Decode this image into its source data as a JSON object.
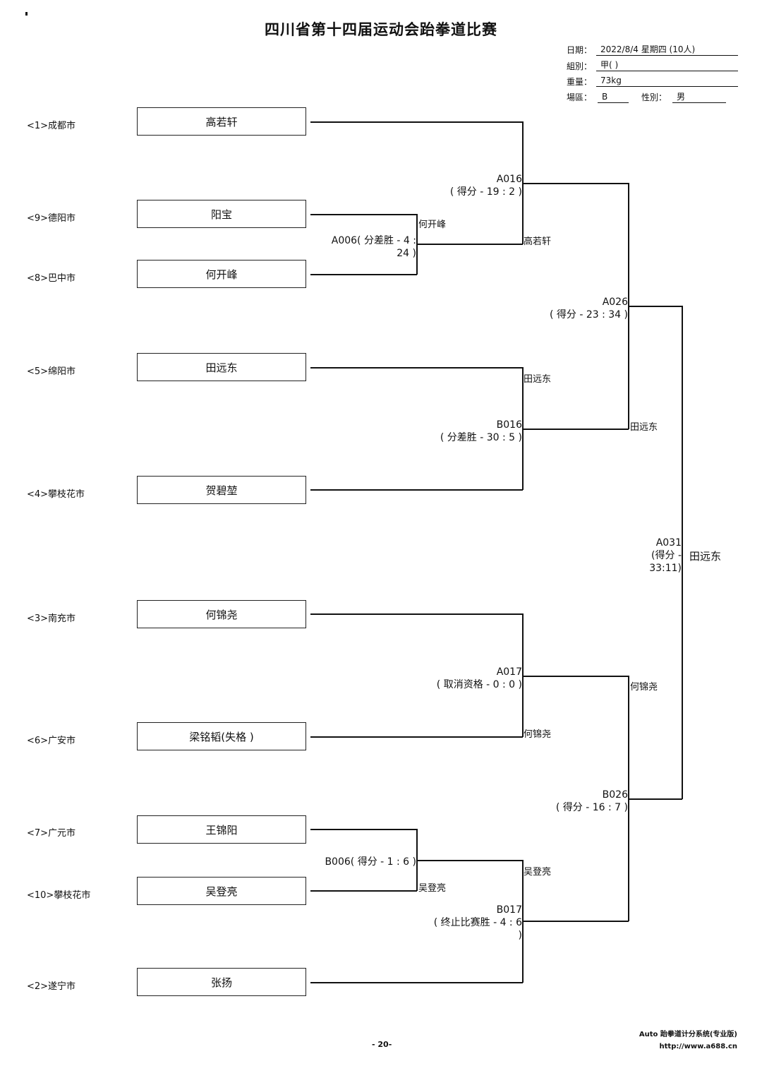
{
  "title": "四川省第十四届运动会跆拳道比赛",
  "info": {
    "date_label": "日期：",
    "date_value": "2022/8/4 星期四 (10人)",
    "group_label": "組別：",
    "group_value": "甲( )",
    "weight_label": "重量：",
    "weight_value": "73kg",
    "venue_label": "場區：",
    "venue_value": "B",
    "gender_label": "性別：",
    "gender_value": "男"
  },
  "entrants": [
    {
      "seed": "<1>成都市",
      "name": "高若轩"
    },
    {
      "seed": "<9>德阳市",
      "name": "阳宝"
    },
    {
      "seed": "<8>巴中市",
      "name": "何开峰"
    },
    {
      "seed": "<5>绵阳市",
      "name": "田远东"
    },
    {
      "seed": "<4>攀枝花市",
      "name": "贺碧堃"
    },
    {
      "seed": "<3>南充市",
      "name": "何锦尧"
    },
    {
      "seed": "<6>广安市",
      "name": "梁铭韬(失格 )"
    },
    {
      "seed": "<7>广元市",
      "name": "王锦阳"
    },
    {
      "seed": "<10>攀枝花市",
      "name": "吴登亮"
    },
    {
      "seed": "<2>遂宁市",
      "name": "张扬"
    }
  ],
  "matches": {
    "a006": {
      "line1": "A006( 分差胜 - 4 :",
      "line2": "24 )",
      "winner": "何开峰"
    },
    "b006": {
      "line1": "B006( 得分 - 1 : 6 )",
      "winner": "吴登亮"
    },
    "a016": {
      "line1": "A016",
      "line2": "( 得分 - 19 : 2 )",
      "winner": "高若轩"
    },
    "b016": {
      "line1": "B016",
      "line2": "( 分差胜 - 30 : 5 )",
      "winner": "田远东"
    },
    "a017": {
      "line1": "A017",
      "line2": "( 取消资格 - 0 : 0 )",
      "winner": "何锦尧"
    },
    "b017": {
      "line1": "B017",
      "line2": "( 终止比赛胜 - 4 : 6",
      "line3": ")",
      "winner": "吴登亮"
    },
    "a026": {
      "line1": "A026",
      "line2": "( 得分 - 23 : 34 )",
      "winner": "田远东"
    },
    "b026": {
      "line1": "B026",
      "line2": "( 得分 - 16 : 7 )",
      "winner": "何锦尧"
    },
    "a031": {
      "line1": "A031",
      "line2": "(得分 -",
      "line3": "33:11)",
      "winner": "田远东"
    }
  },
  "footer": {
    "page": "- 20-",
    "software": "Auto 跆拳道计分系统(专业版)",
    "url": "http://www.a688.cn"
  }
}
